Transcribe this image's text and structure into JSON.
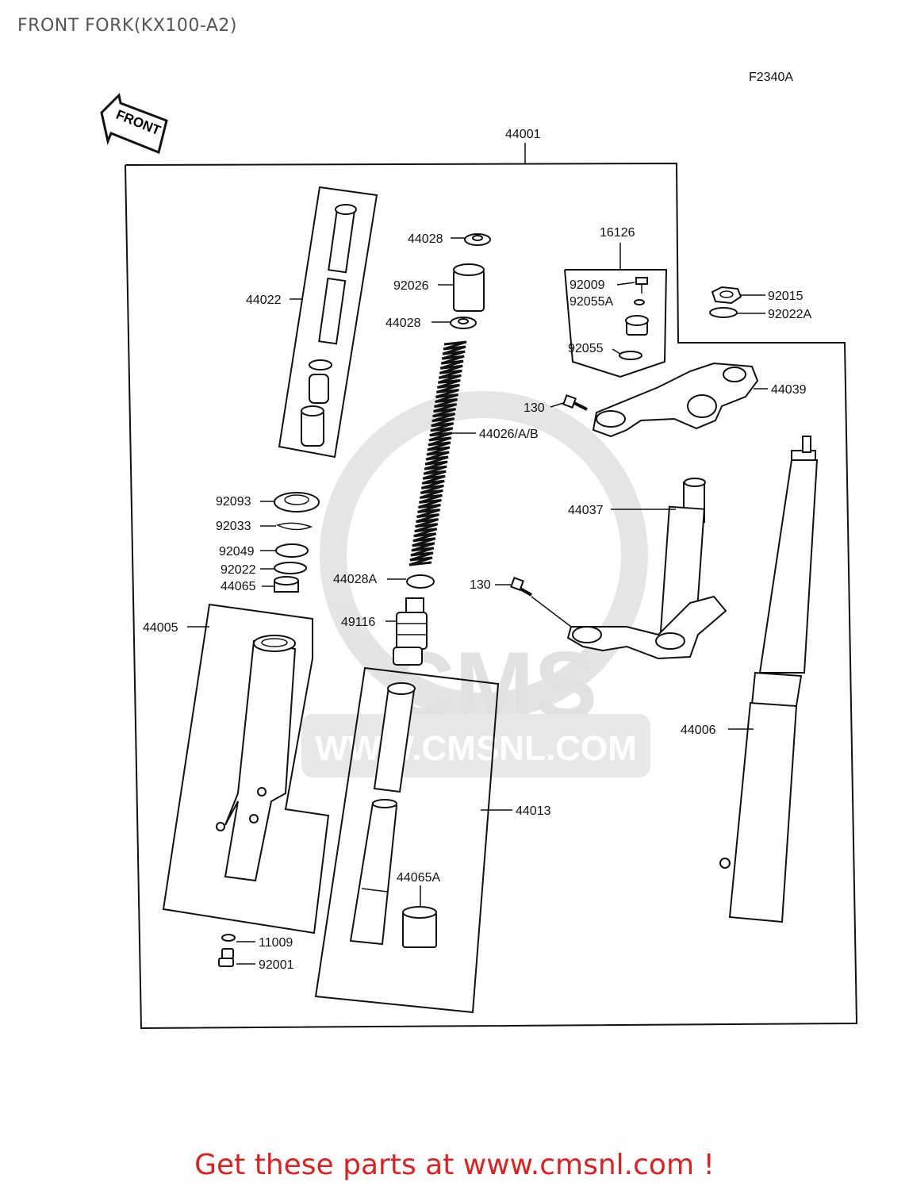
{
  "header": {
    "title": "FRONT FORK(KX100-A2)"
  },
  "diagram": {
    "figure_code": "F2340A",
    "front_arrow": "FRONT",
    "labels": {
      "p44001": "44001",
      "p44022": "44022",
      "p44028_top": "44028",
      "p92026": "92026",
      "p44028_mid": "44028",
      "p16126": "16126",
      "p92009": "92009",
      "p92055A": "92055A",
      "p92055": "92055",
      "p92015": "92015",
      "p92022A": "92022A",
      "p44039": "44039",
      "p130_top": "130",
      "p44026": "44026/A/B",
      "p92093": "92093",
      "p92033": "92033",
      "p44037": "44037",
      "p92049": "92049",
      "p92022": "92022",
      "p44028A": "44028A",
      "p44065": "44065",
      "p130_bottom": "130",
      "p44005": "44005",
      "p49116": "49116",
      "p44006": "44006",
      "p44013": "44013",
      "p44065A": "44065A",
      "p11009": "11009",
      "p92001": "92001"
    }
  },
  "watermark": {
    "brand": "CMS",
    "url": "WWW.CMSNL.COM"
  },
  "footer": {
    "link_text": "Get these parts at www.cmsnl.com !"
  },
  "colors": {
    "footer_red": "#e02020",
    "line": "#111111",
    "title_gray": "#555555",
    "watermark": "#dcdcdc"
  }
}
